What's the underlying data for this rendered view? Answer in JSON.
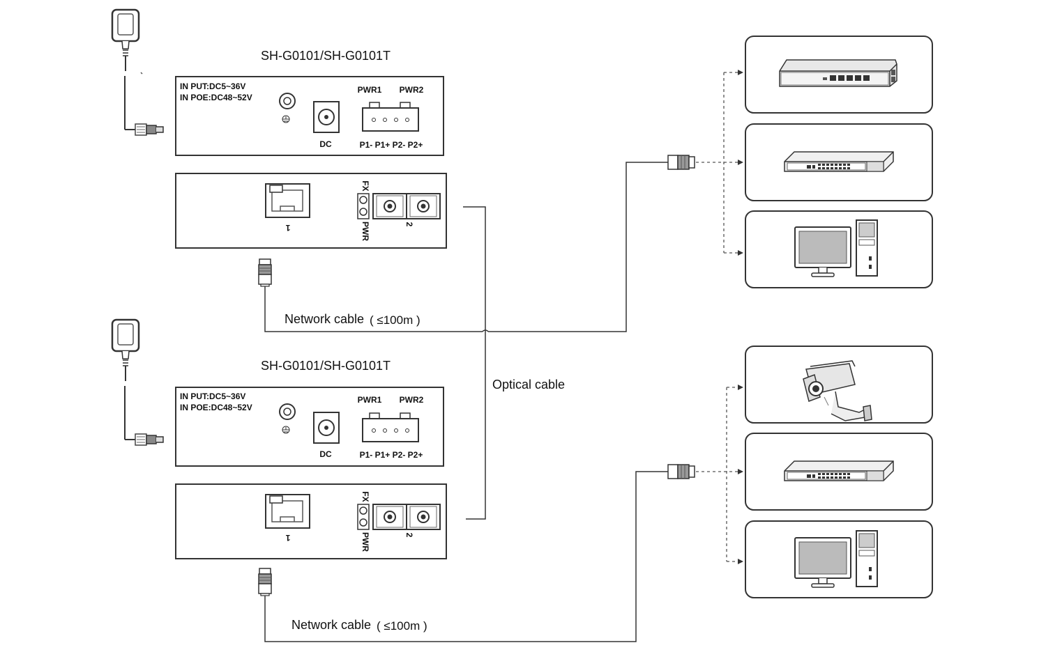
{
  "top_unit": {
    "model": "SH-G0101/SH-G0101T",
    "input_label": "IN PUT:DC5~36V",
    "poe_label": "IN POE:DC48~52V",
    "dc_label": "DC",
    "pwr1_label": "PWR1",
    "pwr2_label": "PWR2",
    "terminal_label": "P1- P1+ P2- P2+",
    "fx_label": "FX",
    "pwr_label": "PWR",
    "port1_label": "1",
    "port2_label": "2",
    "cable_label": "Network cable",
    "cable_distance": "( ≤100m )"
  },
  "bottom_unit": {
    "model": "SH-G0101/SH-G0101T",
    "input_label": "IN PUT:DC5~36V",
    "poe_label": "IN POE:DC48~52V",
    "dc_label": "DC",
    "pwr1_label": "PWR1",
    "pwr2_label": "PWR2",
    "terminal_label": "P1- P1+ P2- P2+",
    "fx_label": "FX",
    "pwr_label": "PWR",
    "port1_label": "1",
    "port2_label": "2",
    "cable_label": "Network cable",
    "cable_distance": "( ≤100m )"
  },
  "optical_cable_label": "Optical cable",
  "top_devices": [
    "router-icon",
    "switch-icon",
    "desktop-computer-icon"
  ],
  "bottom_devices": [
    "cctv-camera-icon",
    "switch-icon",
    "desktop-computer-icon"
  ],
  "colors": {
    "line": "#333333",
    "fill_gray": "#9a9a9a",
    "screen_gray": "#c8c8c8"
  }
}
